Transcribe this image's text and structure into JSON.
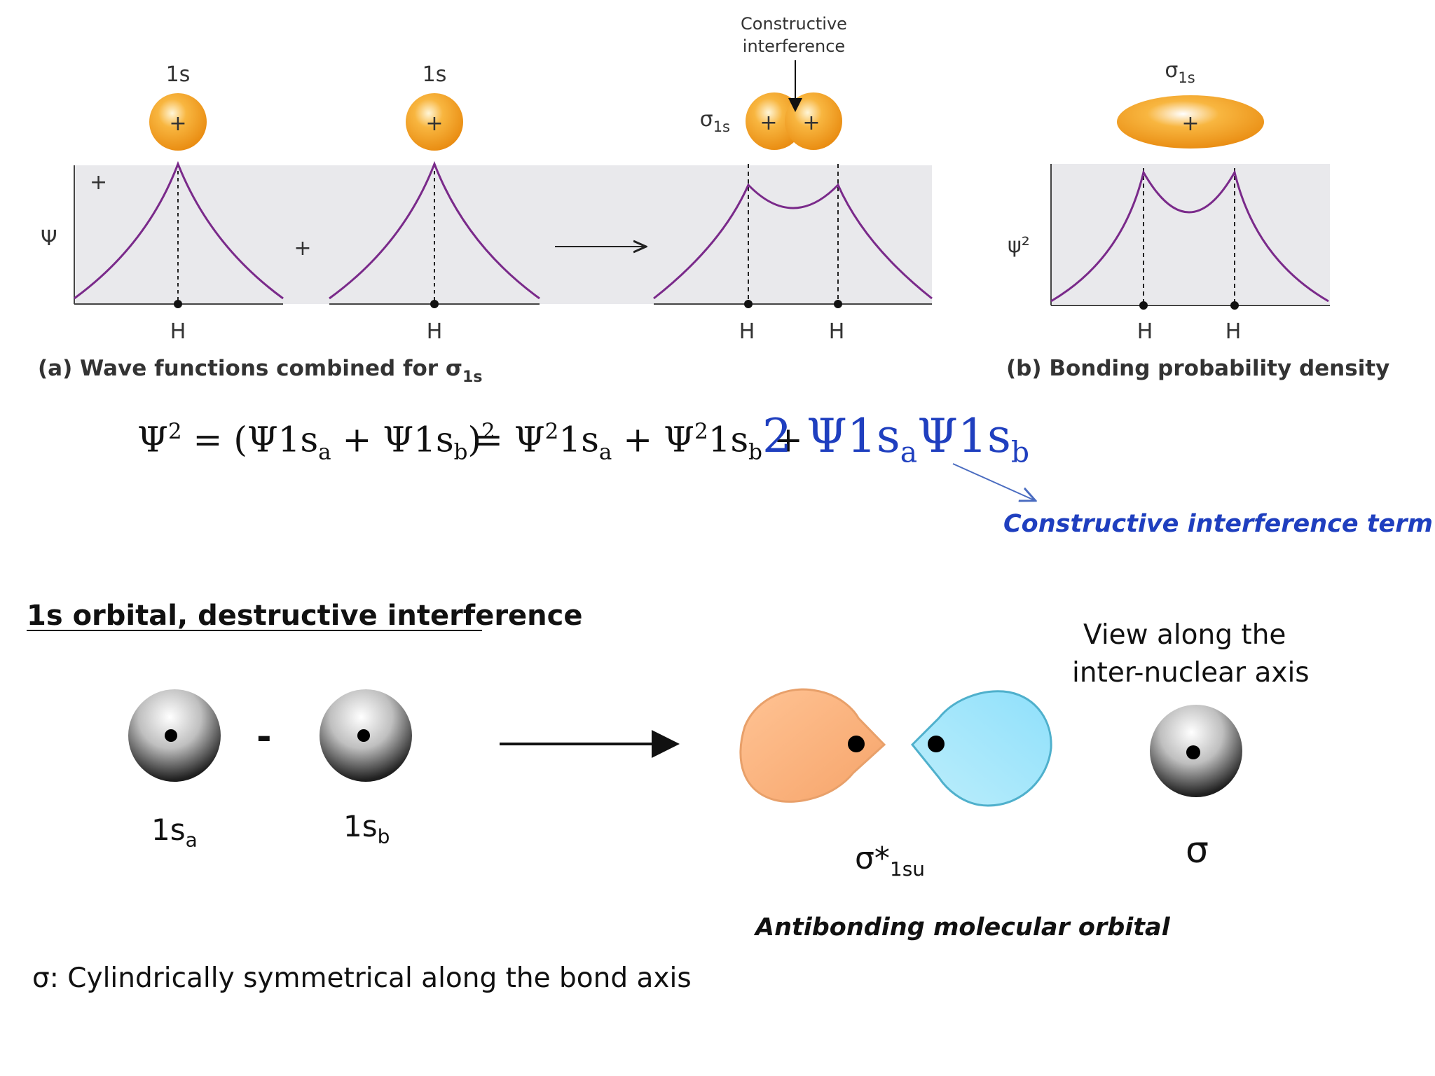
{
  "part_a": {
    "orbital_label_1": "1s",
    "orbital_label_2": "1s",
    "plus_sign": "+",
    "axis_label": "Ψ",
    "axis_plus": "+",
    "between_plus": "+",
    "sigma_label": "σ",
    "sigma_sub": "1s",
    "constructive_line1": "Constructive",
    "constructive_line2": "interference",
    "nucleus_label": "H",
    "caption_text": "(a) Wave functions combined for σ",
    "caption_sub": "1s"
  },
  "part_b": {
    "sigma_label": "σ",
    "sigma_sub": "1s",
    "axis_label": "ψ²",
    "nucleus_label": "H",
    "caption_text": "(b) Bonding probability density"
  },
  "equation": {
    "lhs": "Ψ",
    "lhs_sup": "2",
    "eq_sign": "=",
    "open": "(Ψ1s",
    "sub_a": "a",
    "plus": "+",
    "psi1s": "Ψ1s",
    "sub_b": "b",
    "close": ")",
    "sq": "2",
    "rhs_eq": "=",
    "psi": "Ψ",
    "sup2": "2",
    "one_s": "1s",
    "blue_term": "2 Ψ1s",
    "blue_psi": "Ψ1s",
    "annotation": "Constructive interference term"
  },
  "destructive": {
    "heading": "1s orbital, destructive interference",
    "minus": "-",
    "label_a": "1s",
    "label_a_sub": "a",
    "label_b": "1s",
    "label_b_sub": "b",
    "view_line1": "View along the",
    "view_line2": "inter-nuclear axis",
    "sigma_star": "σ*",
    "sigma_star_sub": "1su",
    "sigma_symbol": "σ",
    "antibonding_caption": "Antibonding molecular orbital",
    "footer_note": "σ: Cylindrically symmetrical along the bond axis"
  },
  "colors": {
    "orbital_orange": "#f5a020",
    "curve_purple": "#7a2a8a",
    "panel_gray": "#e9e9ec",
    "blue_text": "#1f3fbf",
    "antibond_orange": "#fbb07a",
    "antibond_blue": "#a8e6f8"
  }
}
